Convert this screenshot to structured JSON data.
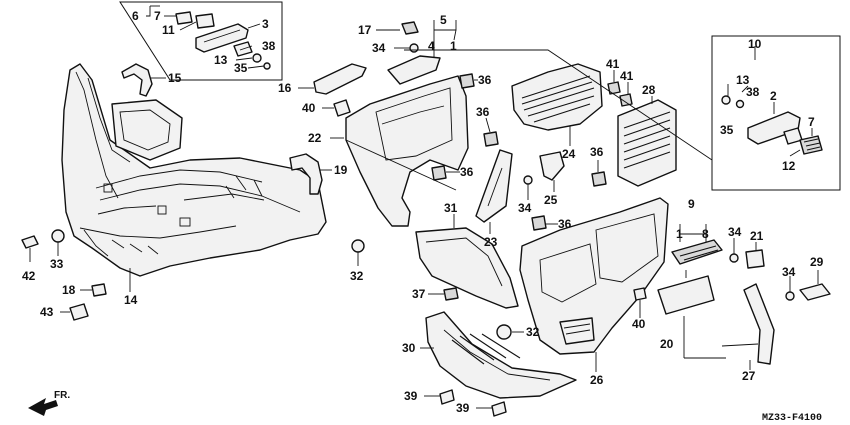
{
  "callouts": {
    "c1": "1",
    "c2": "2",
    "c3": "3",
    "c4": "4",
    "c5": "5",
    "c6": "6",
    "c7": "7",
    "c8": "8",
    "c9": "9",
    "c10": "10",
    "c11": "11",
    "c12": "12",
    "c13": "13",
    "c14": "14",
    "c15": "15",
    "c16": "16",
    "c17": "17",
    "c18": "18",
    "c19": "19",
    "c20": "20",
    "c21": "21",
    "c22": "22",
    "c23": "23",
    "c24": "24",
    "c25": "25",
    "c26": "26",
    "c27": "27",
    "c28": "28",
    "c29": "29",
    "c31": "31",
    "c32": "32",
    "c33": "33",
    "c34": "34",
    "c35": "35",
    "c36": "36",
    "c37": "37",
    "c38": "38",
    "c39": "39",
    "c40": "40",
    "c41": "41",
    "c42": "42",
    "c43": "43",
    "c30": "30"
  },
  "front_arrow_label": "FR.",
  "diagram_code": "MZ33-F4100"
}
